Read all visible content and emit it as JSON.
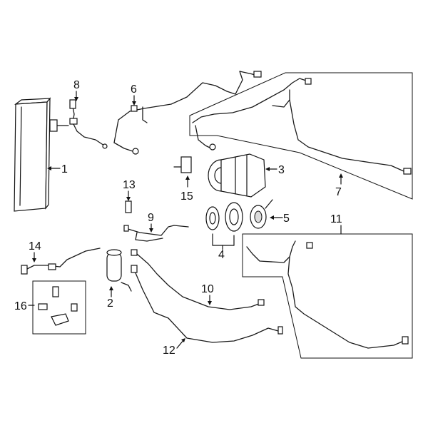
{
  "callouts": [
    {
      "id": "1",
      "label": "1"
    },
    {
      "id": "2",
      "label": "2"
    },
    {
      "id": "3",
      "label": "3"
    },
    {
      "id": "4",
      "label": "4"
    },
    {
      "id": "5",
      "label": "5"
    },
    {
      "id": "6",
      "label": "6"
    },
    {
      "id": "7",
      "label": "7"
    },
    {
      "id": "8",
      "label": "8"
    },
    {
      "id": "9",
      "label": "9"
    },
    {
      "id": "10",
      "label": "10"
    },
    {
      "id": "11",
      "label": "11"
    },
    {
      "id": "12",
      "label": "12"
    },
    {
      "id": "13",
      "label": "13"
    },
    {
      "id": "14",
      "label": "14"
    },
    {
      "id": "15",
      "label": "15"
    },
    {
      "id": "16",
      "label": "16"
    }
  ],
  "colors": {
    "line": "#111111",
    "background": "#ffffff",
    "shade": "#dcdcdc"
  }
}
